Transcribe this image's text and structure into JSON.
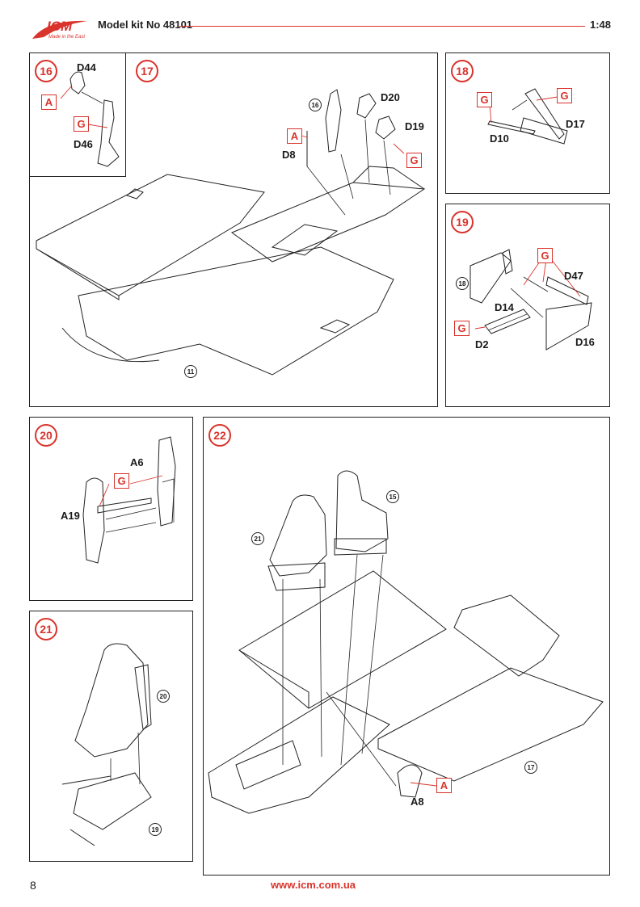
{
  "header": {
    "logo_text": "ICM",
    "logo_tagline": "Made in the East",
    "kit_title": "Model kit No 48101",
    "scale": "1:48"
  },
  "colors": {
    "accent": "#d9332b",
    "line": "#222222"
  },
  "steps": {
    "s16": {
      "number": "16",
      "tags": [
        "A",
        "G"
      ],
      "labels": [
        "D44",
        "D46"
      ]
    },
    "s17": {
      "number": "17",
      "tags": [
        "A",
        "G"
      ],
      "labels": [
        "D20",
        "D19",
        "D8"
      ],
      "refs": [
        "16",
        "11"
      ]
    },
    "s18": {
      "number": "18",
      "tags": [
        "G",
        "G"
      ],
      "labels": [
        "D17",
        "D10"
      ]
    },
    "s19": {
      "number": "19",
      "tags": [
        "G",
        "G"
      ],
      "labels": [
        "D47",
        "D14",
        "D2",
        "D16"
      ],
      "refs": [
        "18"
      ]
    },
    "s20": {
      "number": "20",
      "tags": [
        "G"
      ],
      "labels": [
        "A6",
        "A19"
      ]
    },
    "s21": {
      "number": "21",
      "refs": [
        "20",
        "19"
      ]
    },
    "s22": {
      "number": "22",
      "tags": [
        "A"
      ],
      "labels": [
        "A8"
      ],
      "refs": [
        "21",
        "15",
        "17"
      ]
    }
  },
  "footer": {
    "page_number": "8",
    "url": "www.icm.com.ua"
  }
}
